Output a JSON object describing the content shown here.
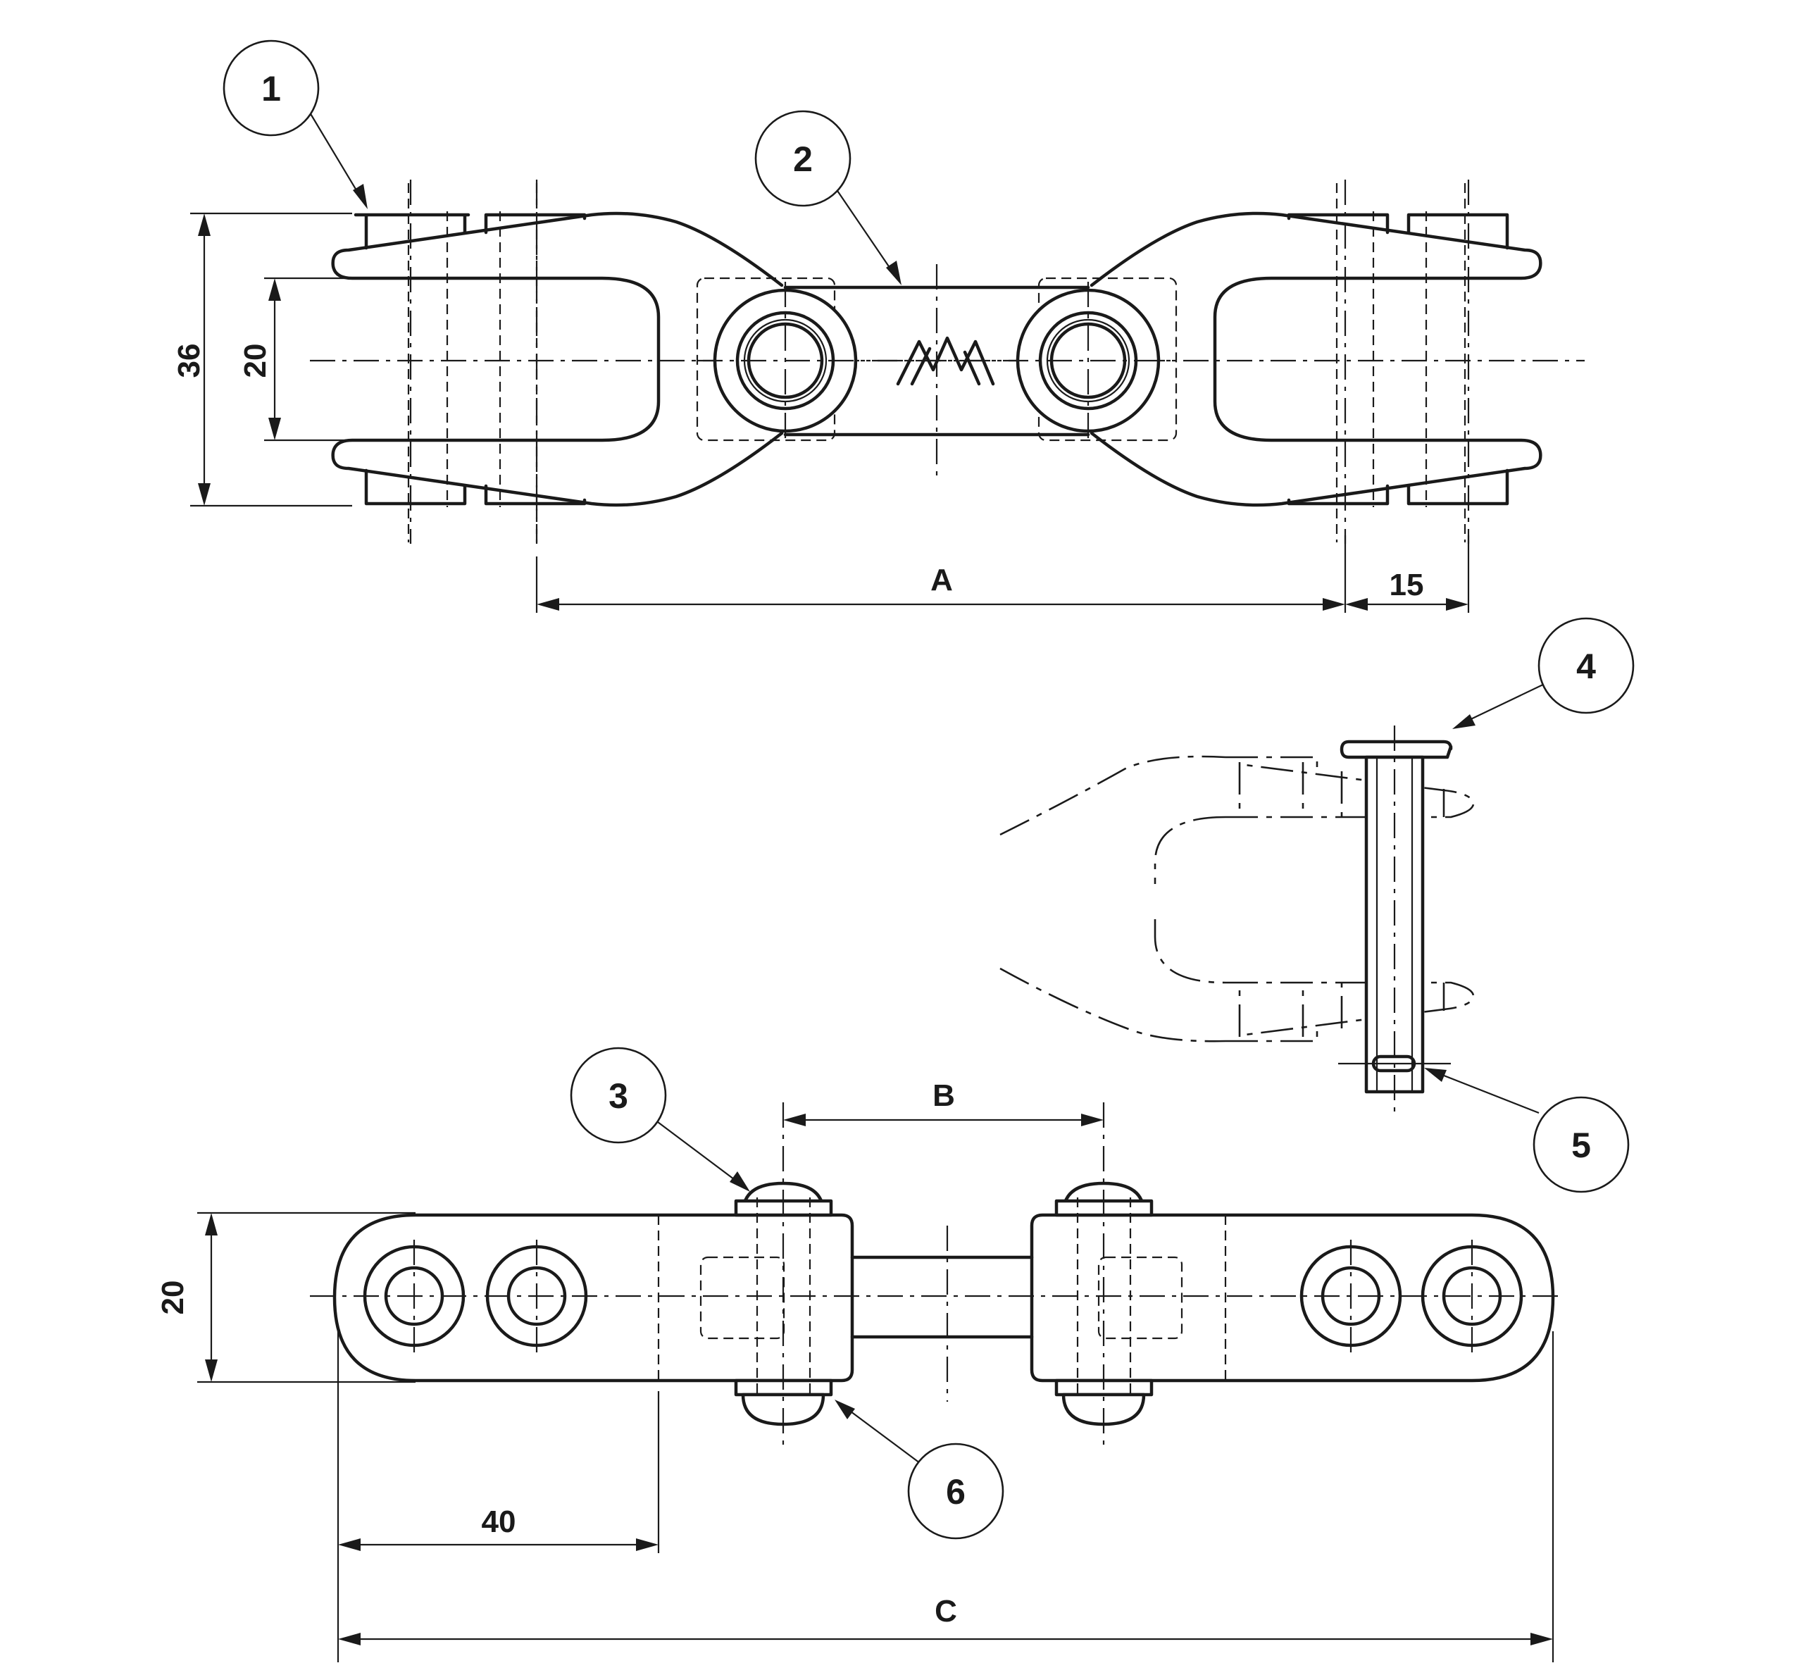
{
  "callouts": [
    "1",
    "2",
    "3",
    "4",
    "5",
    "6"
  ],
  "dimensions": {
    "top_height_outer": "36",
    "top_height_inner": "20",
    "pitch_a": "A",
    "pin_spacing": "15",
    "pitch_b": "B",
    "bottom_height": "20",
    "end_offset": "40",
    "overall_c": "C"
  },
  "logo": {
    "name": "manufacturer-mountain-logo"
  }
}
